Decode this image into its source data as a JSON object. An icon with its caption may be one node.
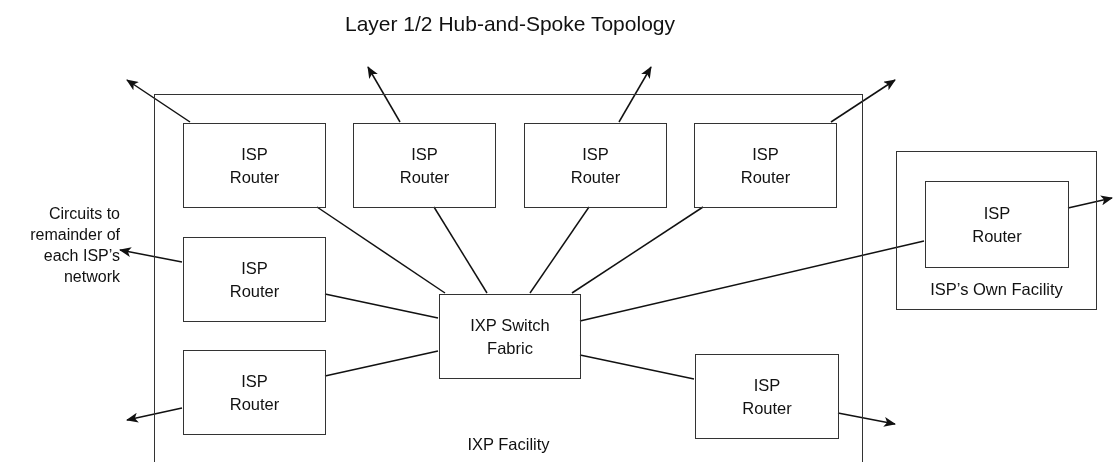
{
  "diagram": {
    "title": "Layer 1/2 Hub-and-Spoke Topology",
    "nodes": [
      {
        "text": [
          "IXP Facility"
        ]
      },
      {
        "text": [
          "ISP Router"
        ],
        "in": 0
      },
      {
        "text": [
          "ISP Router"
        ],
        "in": 0
      },
      {
        "text": [
          "ISP Router"
        ],
        "in": 0
      },
      {
        "text": [
          "ISP Router"
        ],
        "in": 0
      },
      {
        "text": [
          "ISP Router"
        ],
        "in": 0
      },
      {
        "text": [
          "IXP Switch Fabric"
        ],
        "in": 0
      },
      {
        "text": [
          "ISP Router"
        ],
        "in": 0
      },
      {
        "text": [
          "ISP Router"
        ],
        "in": 0
      },
      {
        "text": [
          "ISP’s Own Facility"
        ]
      },
      {
        "text": [
          "ISP Router"
        ],
        "in": 9
      },
      {
        "text": [
          "Circuits to remainder of each ISP’s network"
        ]
      }
    ],
    "edges": [
      {
        "from": 1,
        "to": 6,
        "arrow": "none"
      },
      {
        "from": 2,
        "to": 6,
        "arrow": "none"
      },
      {
        "from": 3,
        "to": 6,
        "arrow": "none"
      },
      {
        "from": 4,
        "to": 6,
        "arrow": "none"
      },
      {
        "from": 5,
        "to": 6,
        "arrow": "none"
      },
      {
        "from": 7,
        "to": 6,
        "arrow": "none"
      },
      {
        "from": 8,
        "to": 6,
        "arrow": "none"
      },
      {
        "from": 10,
        "to": 6,
        "arrow": "none"
      },
      {
        "from": 1,
        "to": null,
        "arrow": "to"
      },
      {
        "from": 2,
        "to": null,
        "arrow": "to"
      },
      {
        "from": 3,
        "to": null,
        "arrow": "to"
      },
      {
        "from": 4,
        "to": null,
        "arrow": "to"
      },
      {
        "from": 5,
        "to": 11,
        "arrow": "to"
      },
      {
        "from": 7,
        "to": null,
        "arrow": "to"
      },
      {
        "from": 8,
        "to": null,
        "arrow": "to"
      },
      {
        "from": 10,
        "to": null,
        "arrow": "to"
      }
    ]
  }
}
